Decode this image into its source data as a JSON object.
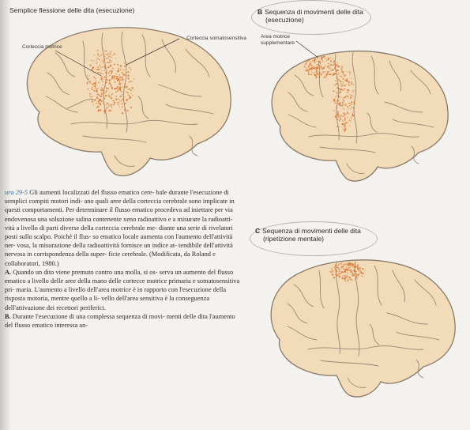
{
  "panel_a": {
    "title": "Semplice flessione delle dita (esecuzione)",
    "label_motor": "Corteccia motrice",
    "label_sensory": "Corteccia somatosensitiva"
  },
  "panel_b": {
    "letter": "B",
    "title_line1": "Sequenza di movimenti delle dita",
    "title_line2": "(esecuzione)",
    "label_sma": "Area motrice supplementare"
  },
  "panel_c": {
    "letter": "C",
    "title_line1": "Sequenza di movimenti delle dita",
    "title_line2": "(ripetizione mentale)"
  },
  "caption": {
    "figure_label": "ura 29-5",
    "text": "Gli aumenti localizzati del flusso ematico cere- bale durante l'esecuzione di semplici compiti motori indi- ano quali aree della corteccia cerebrale sono implicate in questi comportamenti. Per determinare il flusso ematico procedeva ad iniettare per via endovenosa una soluzione salina contenente xeno radioattivo e a misurare la radioatti- vità a livello di parti diverse della corteccia cerebrale me- diante una serie di rivelatori posti sullo scalpo. Poiché il flus- so ematico locale aumenta con l'aumento dell'attività ner- vosa, la misurazione della radioattività fornisce un indice at- tendibile dell'attività nervosa in corrispondenza della super- ficie cerebrale. (Modificata, da Roland e collaboratori, 1980.)",
    "part_a_letter": "A.",
    "part_a": "Quando un dito viene premuto contro una molla, si os- serva un aumento del flusso ematico a livello delle aree della mano delle cortecce motrice primaria e somatosensitiva pri- maria. L'aumento a livello dell'area motrice è in rapporto con l'esecuzione della risposta motoria, mentre quello a li- vello dell'area sensitiva è la conseguenza dell'attivazione dei recettori periferici.",
    "part_b_letter": "B.",
    "part_b": "Durante l'esecuzione di una complessa sequenza di movi- menti delle dita l'aumento del flusso ematico interessa an-"
  },
  "colors": {
    "brain_fill": "#f1dbb8",
    "brain_line": "#8a7a6a",
    "activation_dot": "#d9722f",
    "figure_label": "#2e6ea9"
  }
}
